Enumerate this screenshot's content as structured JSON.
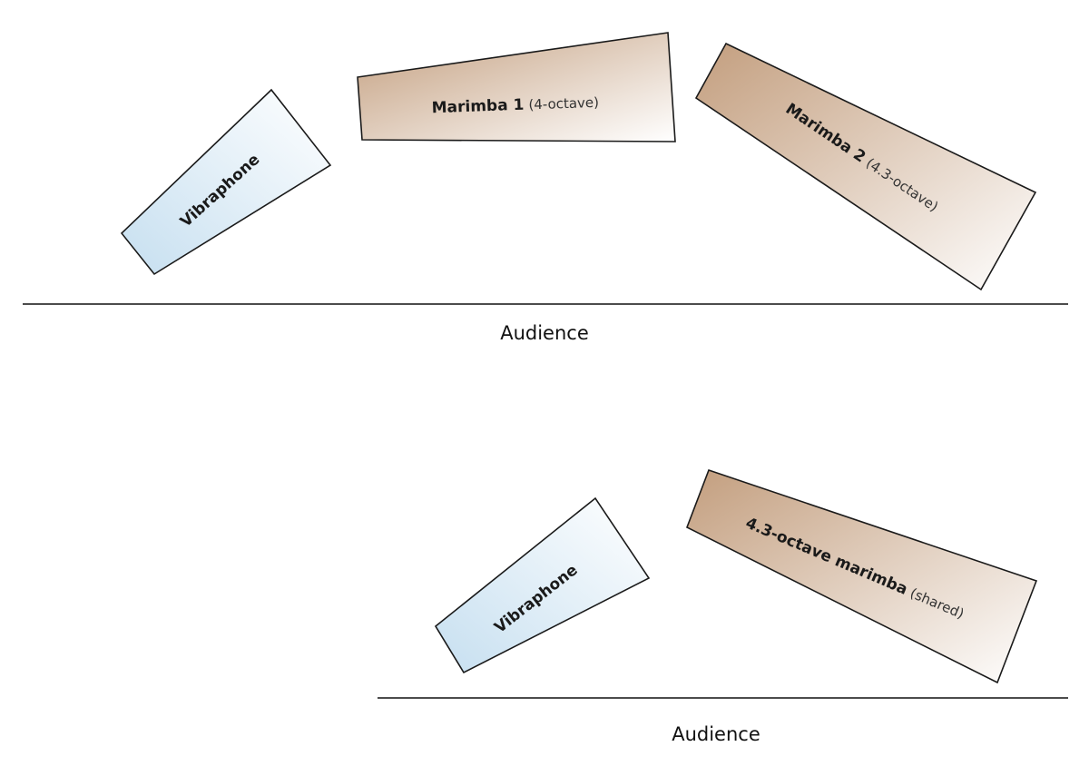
{
  "colors": {
    "vibraphone_fill": "#cde3f1",
    "marimba_fill": "#c7a485",
    "outline": "#1a1a1a"
  },
  "setup_1": {
    "vibraphone": {
      "name": "Vibraphone"
    },
    "marimba_1": {
      "name": "Marimba 1",
      "note": "(4-octave)"
    },
    "marimba_2": {
      "name": "Marimba 2",
      "note": "(4.3-octave)"
    },
    "audience_label": "Audience"
  },
  "setup_2": {
    "vibraphone": {
      "name": "Vibraphone"
    },
    "marimba": {
      "name": "4.3-octave marimba",
      "note": "(shared)"
    },
    "audience_label": "Audience"
  }
}
